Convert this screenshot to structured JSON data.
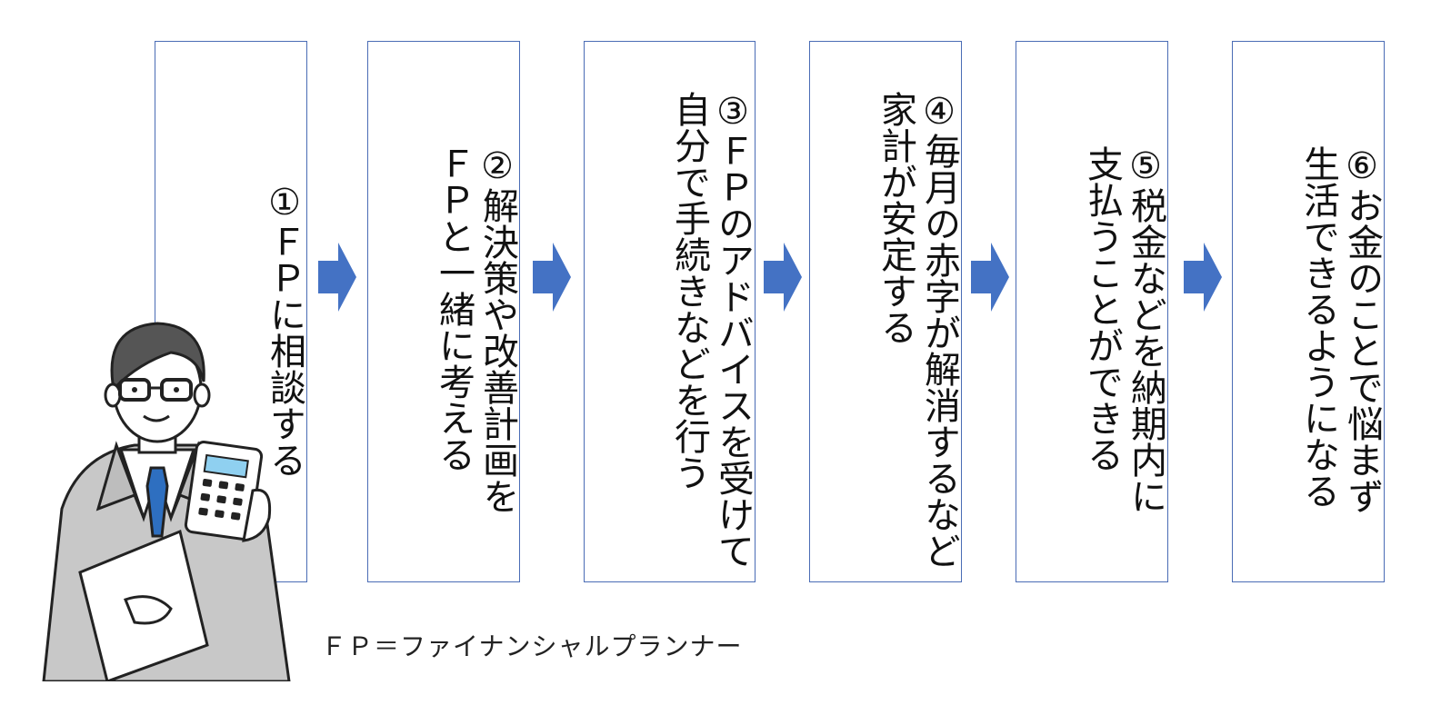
{
  "steps": [
    {
      "text": "①ＦＰに相談する"
    },
    {
      "text": "②解決策や改善計画を\nＦＰと一緒に考える"
    },
    {
      "text": "③ＦＰのアドバイスを受けて\n自分で手続きなどを行う"
    },
    {
      "text": "④毎月の赤字が解消するなど\n家計が安定する"
    },
    {
      "text": "⑤税金などを納期内に\n支払うことができる"
    },
    {
      "text": "⑥お金のことで悩まず\n生活できるようになる"
    }
  ],
  "footnote": "ＦＰ＝ファイナンシャルプランナー",
  "colors": {
    "box_border": "#4a6cb5",
    "arrow": "#4472c4"
  },
  "icons": {
    "arrow": "right-arrow-icon",
    "person": "advisor-with-calculator-illustration"
  }
}
